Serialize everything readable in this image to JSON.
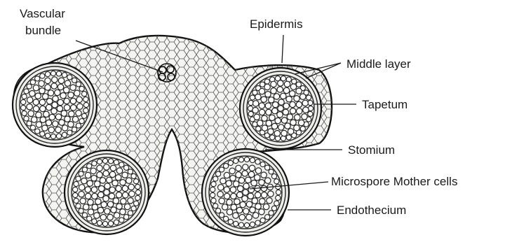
{
  "labels": {
    "vascular_bundle": [
      "Vascular",
      "bundle"
    ],
    "epidermis": "Epidermis",
    "middle_layer": "Middle layer",
    "tapetum": "Tapetum",
    "stomium": "Stomium",
    "microspore_mother_cells": "Microspore Mother cells",
    "endothecium": "Endothecium"
  }
}
